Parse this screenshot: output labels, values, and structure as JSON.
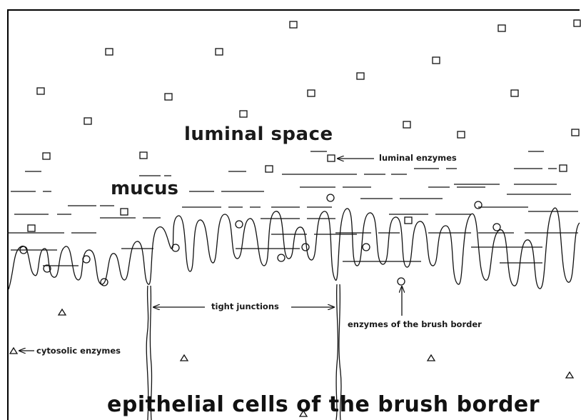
{
  "labels": {
    "luminal_space": "luminal space",
    "mucus": "mucus",
    "luminal_enzymes": "luminal enzymes",
    "tight_junctions": "tight junctions",
    "enzymes_brush_border": "enzymes of the brush border",
    "cytosolic_enzymes": "cytosolic enzymes",
    "epithelial_cells": "epithelial cells of the brush border"
  },
  "legend_symbols": {
    "luminal_enzyme": "square",
    "brush_border_enzyme": "circle",
    "cytosolic_enzyme": "triangle"
  },
  "colors": {
    "ink": "#1a1a1a",
    "background": "#ffffff"
  }
}
